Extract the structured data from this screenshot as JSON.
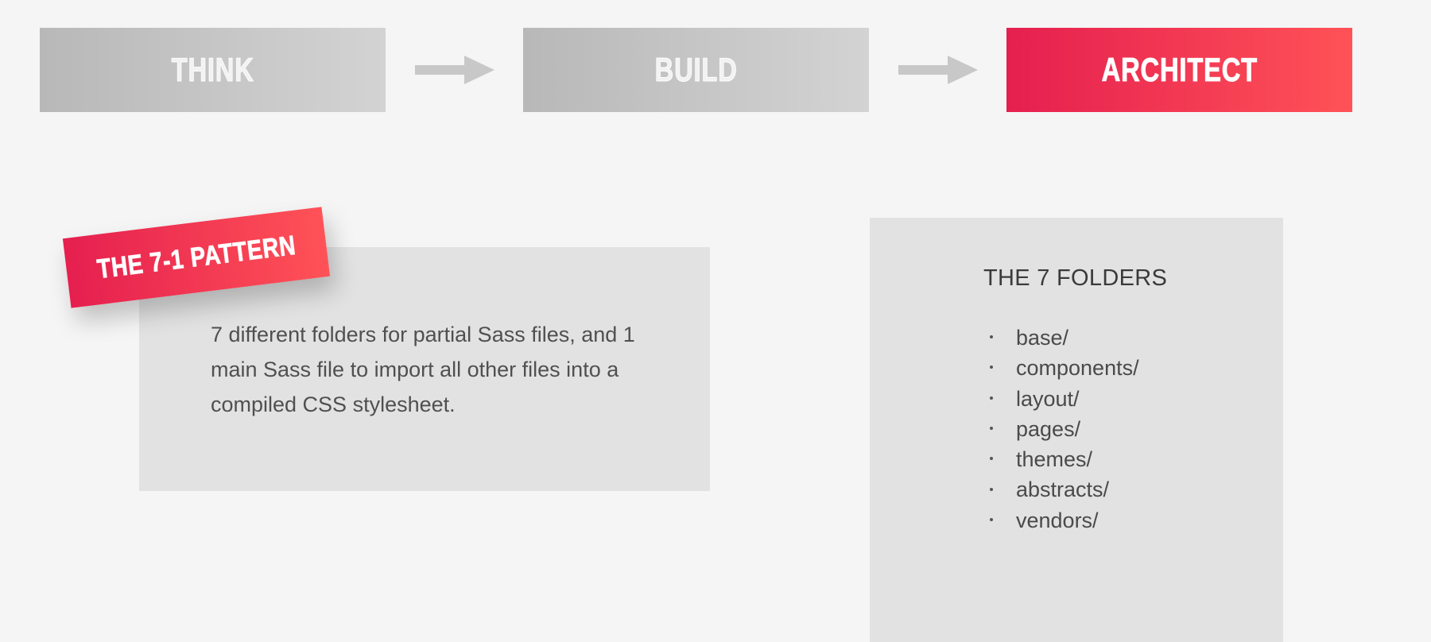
{
  "steps": [
    {
      "label": "THINK",
      "state": "muted"
    },
    {
      "label": "BUILD",
      "state": "muted"
    },
    {
      "label": "ARCHITECT",
      "state": "active"
    }
  ],
  "colors": {
    "accent_start": "#e51f4f",
    "accent_end": "#ff5257",
    "muted_start": "#b8b8b8",
    "muted_end": "#d3d3d3",
    "card_bg": "#e2e2e2",
    "page_bg": "#f5f5f5"
  },
  "icons": {
    "step_connector": "arrow-right-icon",
    "list_marker": "bullet-dot-icon"
  },
  "pattern": {
    "badge": "THE 7-1 PATTERN",
    "description": "7 different folders for partial Sass files, and 1 main Sass file to import all other files into a compiled CSS stylesheet."
  },
  "folders": {
    "title": "THE 7 FOLDERS",
    "items": [
      "base/",
      "components/",
      "layout/",
      "pages/",
      "themes/",
      "abstracts/",
      "vendors/"
    ]
  }
}
